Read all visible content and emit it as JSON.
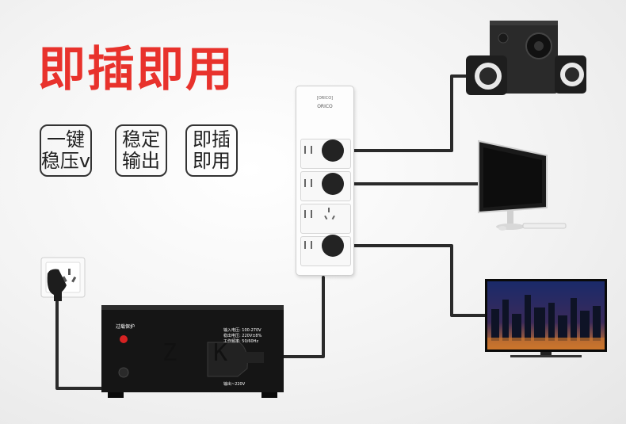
{
  "headline": "即插即用",
  "badges": [
    {
      "line1": "一键",
      "line2": "稳压v"
    },
    {
      "line1": "稳定",
      "line2": "输出"
    },
    {
      "line1": "即插",
      "line2": "即用"
    }
  ],
  "power_strip": {
    "label": "[ORICO]",
    "brand": "ORICO"
  },
  "stabilizer": {
    "protect_label": "过载保护",
    "brand_text": "Z K",
    "spec_lines": [
      "输入电压: 100-270V",
      "稳出电压: 220V±8%",
      "工作频率: 50/60Hz"
    ],
    "output_label": "输出~220V"
  },
  "colors": {
    "headline": "#e8322c",
    "cable": "#2a2a2a"
  }
}
